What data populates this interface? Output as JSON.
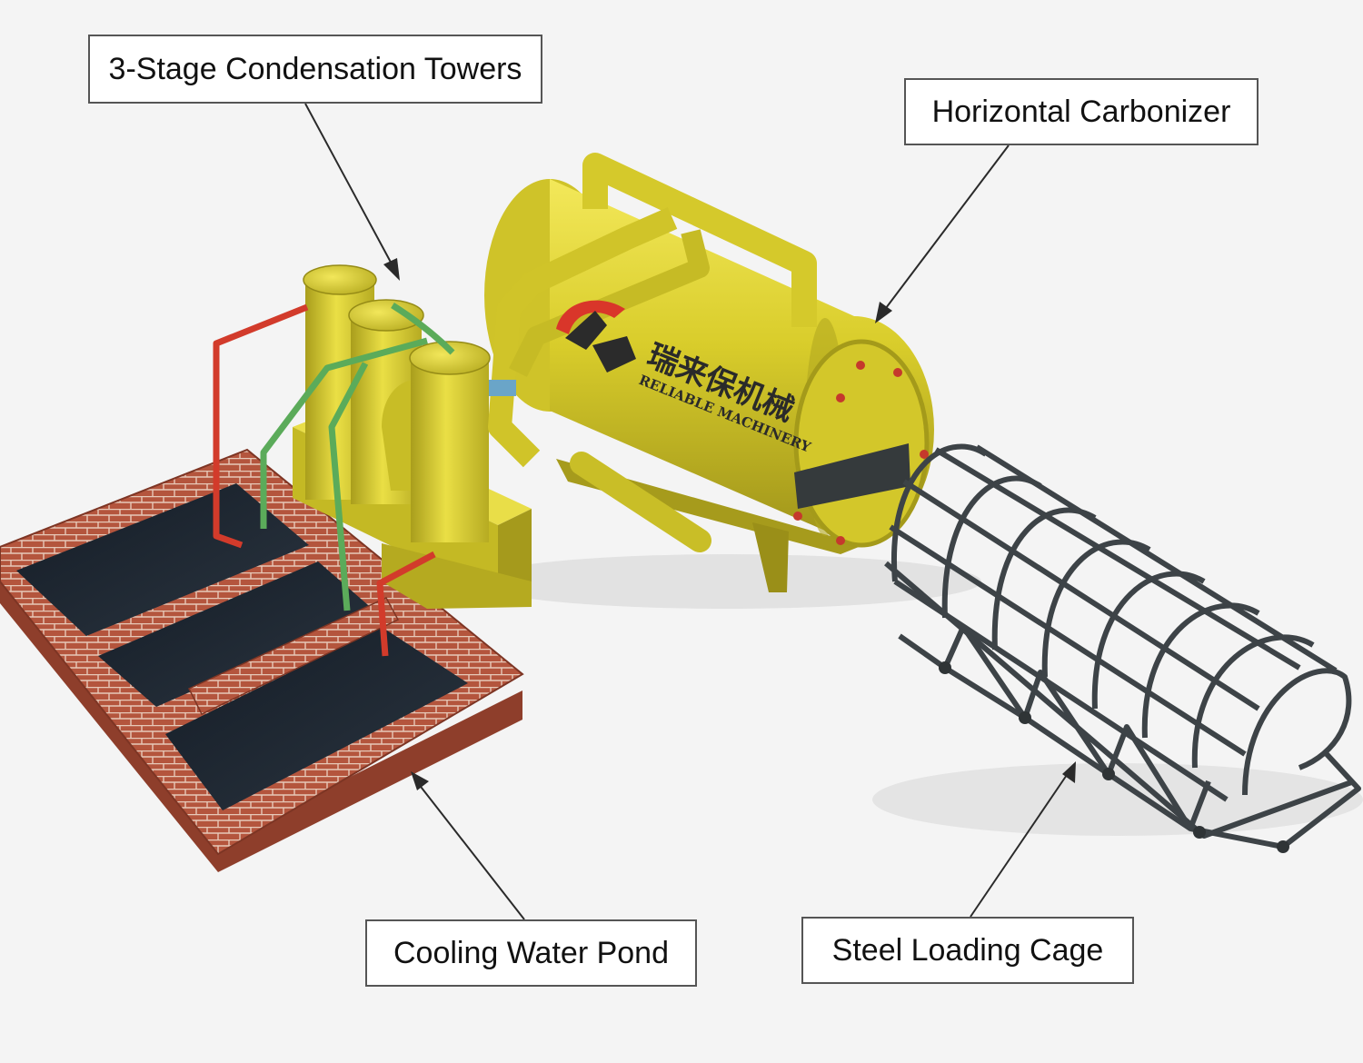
{
  "labels": {
    "towers": "3-Stage Condensation Towers",
    "carbonizer": "Horizontal Carbonizer",
    "pond": "Cooling Water Pond",
    "cage": "Steel Loading Cage"
  },
  "logo": {
    "chinese": "瑞来保机械",
    "english": "RELIABLE MACHINERY"
  },
  "colors": {
    "machine_yellow": "#d8cc2a",
    "brick": "#b4553d",
    "water": "#1a2530",
    "cage_steel": "#3d4347",
    "hot_pipe": "#d23b2b",
    "cold_pipe": "#5bab5a"
  }
}
